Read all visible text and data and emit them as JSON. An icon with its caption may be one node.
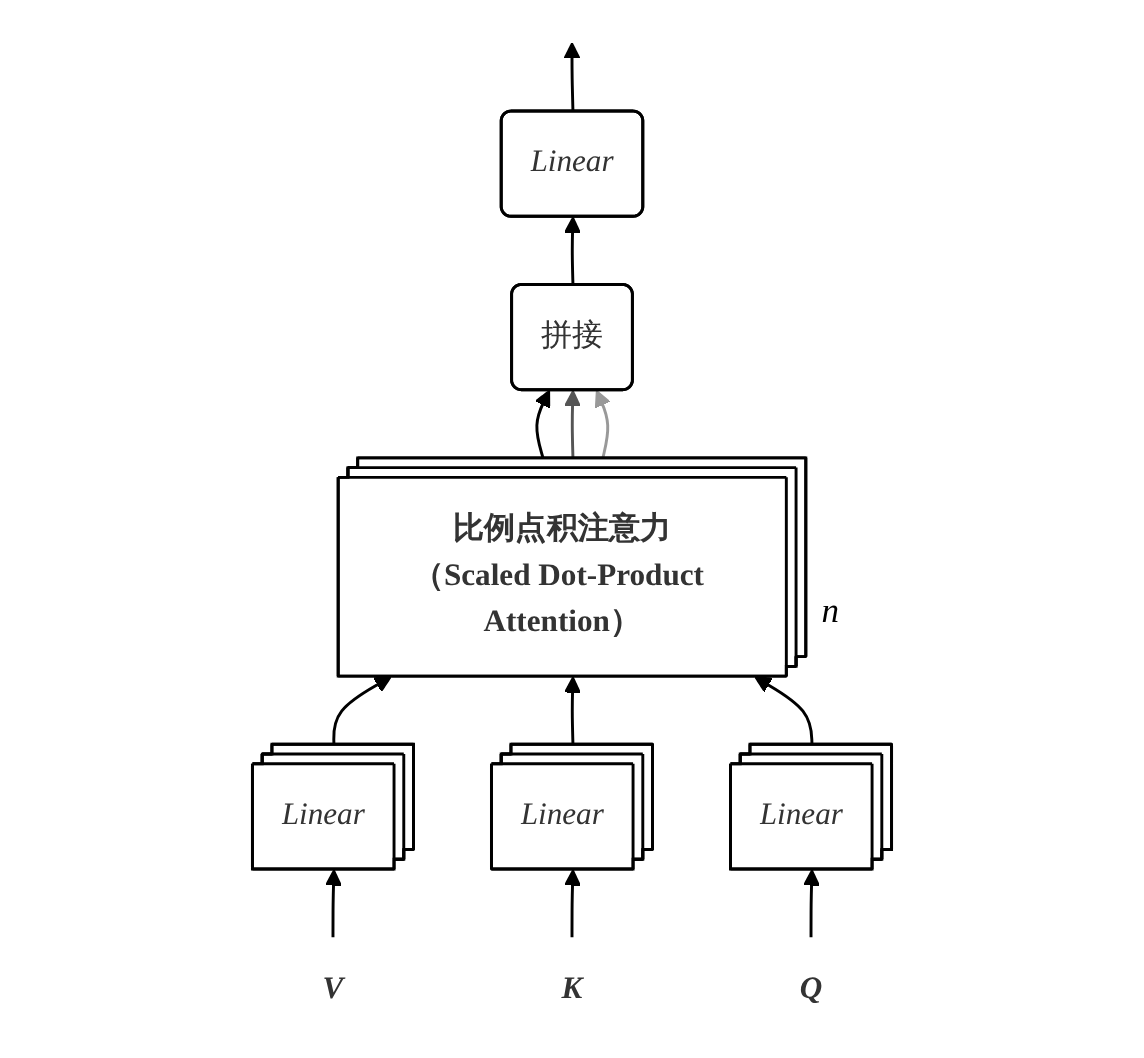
{
  "diagram": {
    "nodes": [
      {
        "text": [
          "Linear"
        ]
      },
      {
        "text": [
          "拼接"
        ]
      },
      {
        "text": [
          "比例点积注意力",
          "（Scaled Dot-Product Attention）"
        ],
        "beside": [
          "n"
        ]
      },
      {
        "text": [
          "Linear"
        ]
      },
      {
        "text": [
          "Linear"
        ]
      },
      {
        "text": [
          "Linear"
        ]
      },
      {
        "text": [
          "V"
        ]
      },
      {
        "text": [
          "K"
        ]
      },
      {
        "text": [
          "Q"
        ]
      }
    ],
    "edges": [
      {
        "from": 0,
        "to": null,
        "arrow": "to"
      },
      {
        "from": 1,
        "to": 0,
        "arrow": "to"
      },
      {
        "from": 2,
        "to": 1,
        "arrow": "to"
      },
      {
        "from": 2,
        "to": 1,
        "arrow": "to",
        "color": "#555555"
      },
      {
        "from": 2,
        "to": 1,
        "arrow": "to",
        "color": "#999999"
      },
      {
        "from": 3,
        "to": 2,
        "arrow": "to"
      },
      {
        "from": 4,
        "to": 2,
        "arrow": "to"
      },
      {
        "from": 5,
        "to": 2,
        "arrow": "to"
      },
      {
        "from": 6,
        "to": 3,
        "arrow": "to"
      },
      {
        "from": 7,
        "to": 4,
        "arrow": "to"
      },
      {
        "from": 8,
        "to": 5,
        "arrow": "to"
      }
    ]
  }
}
